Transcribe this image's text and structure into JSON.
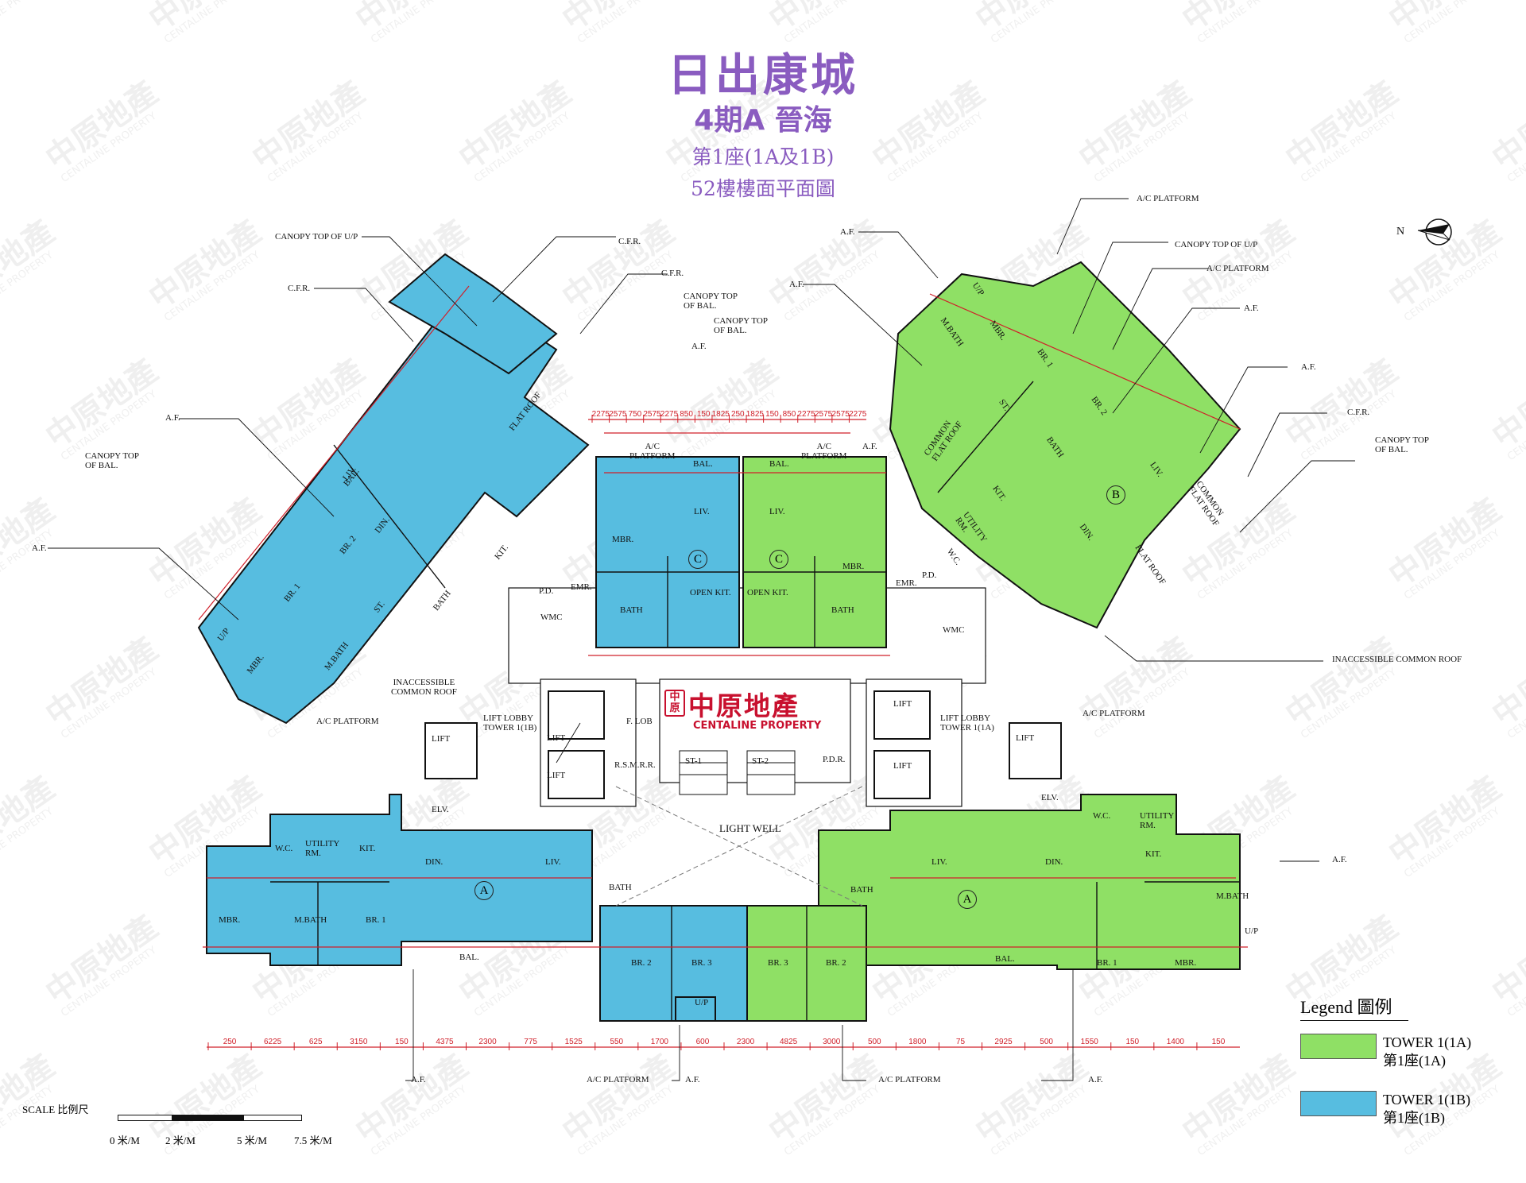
{
  "title": "日出康城",
  "phase": "4期A 晉海",
  "tower": "第1座(1A及1B)",
  "floor_plan": "52樓樓面平面圖",
  "colors": {
    "tower_1a": "#8fe065",
    "tower_1b": "#57bde0",
    "title": "#8a5cc0",
    "dims": "#d0202a",
    "brand": "#c8102e"
  },
  "compass": {
    "label": "N"
  },
  "units": {
    "A_left": "A",
    "A_right": "A",
    "B": "B",
    "C_left": "C",
    "C_right": "C"
  },
  "labels": {
    "canopy_up": "CANOPY TOP OF U/P",
    "cfr": "C.F.R.",
    "cfr2": "C.F.R.",
    "cfr3": "C.F.R.",
    "cfr4": "C.F.R.",
    "canopy_bal_1": "CANOPY TOP\nOF BAL.",
    "canopy_bal_2": "CANOPY TOP\nOF BAL.",
    "canopy_bal_3": "CANOPY TOP\nOF BAL.",
    "canopy_bal_4": "CANOPY TOP\nOF BAL.",
    "af1": "A.F.",
    "af2": "A.F.",
    "af3": "A.F.",
    "af4": "A.F.",
    "af5": "A.F.",
    "af6": "A.F.",
    "af7": "A.F.",
    "af8": "A.F.",
    "af9": "A.F.",
    "af10": "A.F.",
    "af11": "A.F.",
    "af12": "A.F.",
    "ac_platform_1": "A/C PLATFORM",
    "ac_platform_2": "A/C PLATFORM",
    "ac_platform_3": "A/C PLATFORM",
    "ac_platform_4": "A/C PLATFORM",
    "ac_platform_5": "A/C PLATFORM",
    "ac_platform_6": "A/C PLATFORM",
    "ac_platform_7": "A/C\nPLATFORM",
    "ac_platform_8": "A/C\nPLATFORM",
    "canopy_up_r": "CANOPY TOP OF U/P",
    "inaccessible_1": "INACCESSIBLE COMMON ROOF",
    "inaccessible_2": "INACCESSIBLE\nCOMMON ROOF",
    "lift_lobby_1b": "LIFT LOBBY\nTOWER 1(1B)",
    "lift_lobby_1a": "LIFT LOBBY\nTOWER 1(1A)",
    "light_well": "LIGHT WELL",
    "flat_roof_1": "FLAT ROOF",
    "flat_roof_2": "FLAT ROOF",
    "common_flat_roof_1": "COMMON\nFLAT ROOF",
    "common_flat_roof_2": "COMMON\nFLAT ROOF",
    "rsmrr": "R.S.M.R.R.",
    "pdr": "P.D.R.",
    "f_lob": "F. LOB",
    "st1": "ST-1",
    "st2": "ST-2"
  },
  "rooms": {
    "liv": "LIV.",
    "din": "DIN.",
    "bal": "BAL.",
    "mbr": "MBR.",
    "br1": "BR. 1",
    "br2": "BR. 2",
    "br3": "BR. 3",
    "bath": "BATH",
    "mbath": "M.BATH",
    "kit": "KIT.",
    "open_kit": "OPEN KIT.",
    "utility": "UTILITY\nRM.",
    "wc": "W.C.",
    "st": "ST.",
    "lift": "LIFT",
    "elv": "ELV.",
    "emr": "EMR.",
    "pd": "P.D.",
    "wmc": "WMC",
    "up": "U/P"
  },
  "dims_top": [
    "2275",
    "2575",
    "750",
    "2575",
    "2275",
    "850",
    "150",
    "1825",
    "250",
    "1825",
    "150",
    "850",
    "2275",
    "2575",
    "2575",
    "2275"
  ],
  "dims_bottom": [
    "250",
    "6225",
    "625",
    "3150",
    "150",
    "4375",
    "2300",
    "775",
    "1525",
    "550",
    "1700",
    "600",
    "2300",
    "4825",
    "3000",
    "500",
    "1800",
    "75",
    "2925",
    "500",
    "1550",
    "150",
    "1400",
    "150"
  ],
  "legend": {
    "title": "Legend 圖例",
    "items": [
      {
        "name": "TOWER 1(1A)",
        "zh": "第1座(1A)",
        "color": "#8fe065"
      },
      {
        "name": "TOWER 1(1B)",
        "zh": "第1座(1B)",
        "color": "#57bde0"
      }
    ]
  },
  "scale": {
    "label": "SCALE 比例尺",
    "ticks": [
      "0 米/M",
      "2 米/M",
      "5 米/M",
      "7.5 米/M"
    ]
  },
  "brand": {
    "zh": "中原地產",
    "en": "CENTALINE PROPERTY",
    "logo": "中原"
  }
}
